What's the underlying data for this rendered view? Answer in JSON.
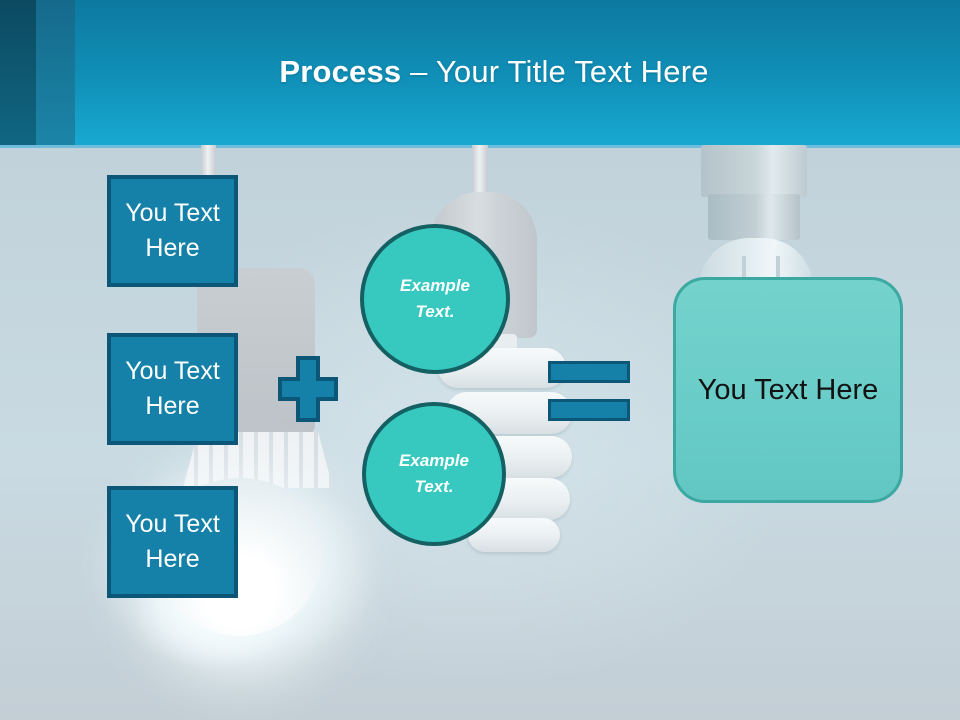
{
  "header": {
    "title_bold": "Process",
    "title_rest": " – Your Title Text Here"
  },
  "process": {
    "input_boxes": [
      {
        "label": "You Text Here"
      },
      {
        "label": "You Text Here"
      },
      {
        "label": "You Text Here"
      }
    ],
    "operator_plus": "plus-icon",
    "circles": [
      {
        "label": "Example Text."
      },
      {
        "label": "Example Text."
      }
    ],
    "operator_equals": "equals-icon",
    "result_box": {
      "label": "You Text Here"
    }
  },
  "background_illustrations": [
    "led-bulb",
    "cfl-spiral-bulb",
    "incandescent-bulb"
  ],
  "colors": {
    "header_gradient_top": "#0e79a0",
    "header_gradient_bottom": "#18a9d1",
    "header_stripe_dark": "#0c4a61",
    "header_stripe_medium": "#156a8b",
    "header_edge_line": "#6fbcdc",
    "title_text": "#ffffff",
    "shape_fill": "#1681a8",
    "shape_border": "#0c5778",
    "box_text": "#ffffff",
    "circle_fill": "#37c9bf",
    "circle_border": "#156063",
    "result_fill": "#69ccc8",
    "result_border": "#3ba8a2",
    "result_text": "#121212"
  }
}
